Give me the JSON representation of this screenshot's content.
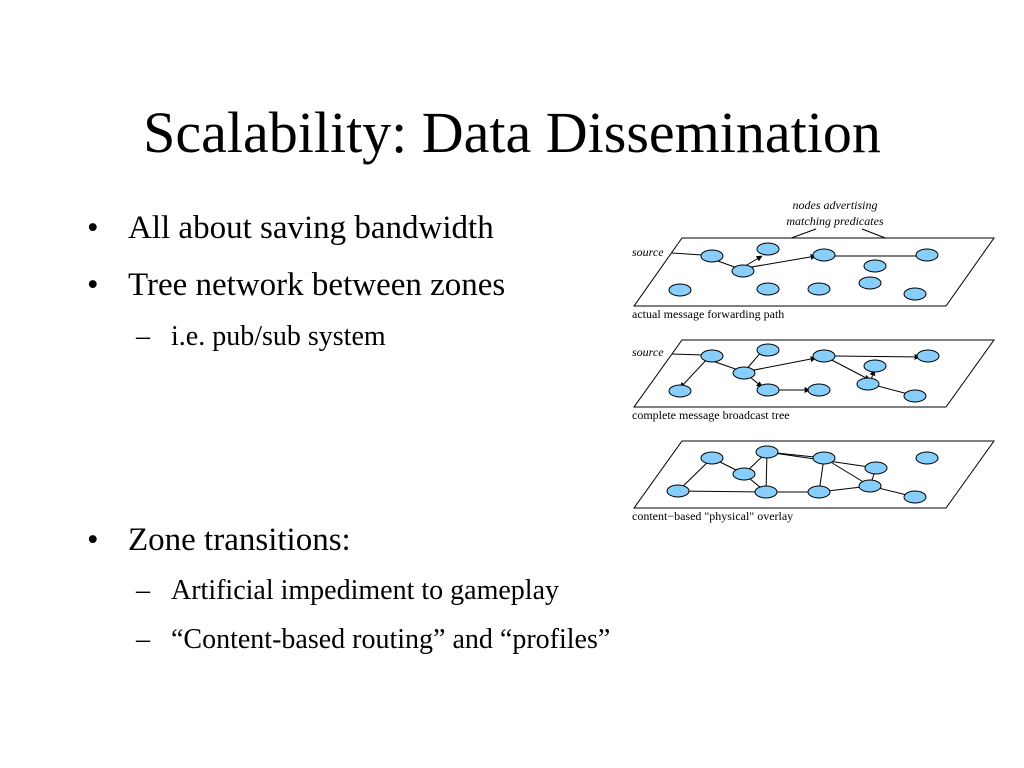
{
  "slide": {
    "title": "Scalability: Data Dissemination",
    "bullets": [
      {
        "mark": "•",
        "text": "All about saving bandwidth"
      },
      {
        "mark": "•",
        "text": "Tree network between zones"
      },
      {
        "mark": "–",
        "text": "i.e. pub/sub system"
      },
      {
        "mark": "•",
        "text": "Zone transitions:"
      },
      {
        "mark": "–",
        "text": "Artificial impediment to gameplay"
      },
      {
        "mark": "–",
        "text": "“Content-based routing” and “profiles”"
      }
    ]
  },
  "diagram": {
    "annotation_line1": "nodes advertising",
    "annotation_line2": "matching predicates",
    "layers": [
      {
        "source_label": "source",
        "caption": "actual message forwarding path"
      },
      {
        "source_label": "source",
        "caption": "complete message broadcast tree"
      },
      {
        "source_label": "",
        "caption": "content−based \"physical\" overlay"
      }
    ],
    "node_color": "#87CEFA"
  }
}
